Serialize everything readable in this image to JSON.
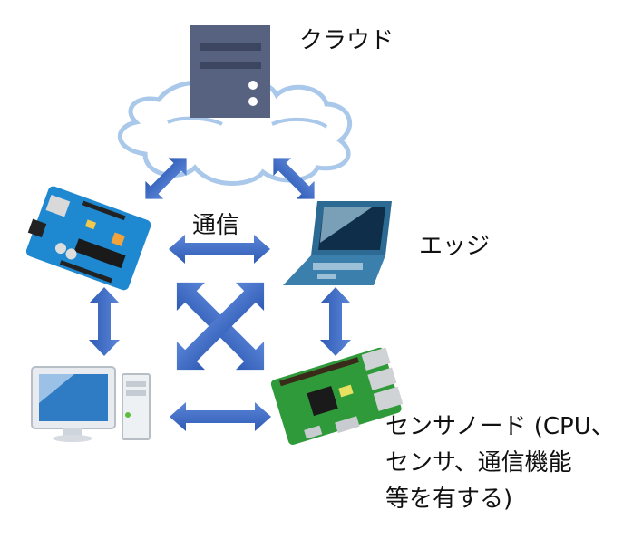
{
  "nodes": {
    "cloud": {
      "label": "クラウド"
    },
    "edge": {
      "label": "エッジ"
    },
    "communication": {
      "label": "通信"
    },
    "sensor_node": {
      "lines": [
        "センサノード (CPU、",
        "センサ、通信機能",
        "等を有する)"
      ]
    }
  },
  "colors": {
    "arrow": "#3f6fcc",
    "arrow_dark": "#2f5bb5",
    "server": "#56627f",
    "cloud_outline": "#a9c8ea",
    "arduino": "#1e88d0",
    "laptop": "#2d6a93",
    "pc_screen": "#2f7cc4",
    "raspberry": "#2f9a3a"
  }
}
